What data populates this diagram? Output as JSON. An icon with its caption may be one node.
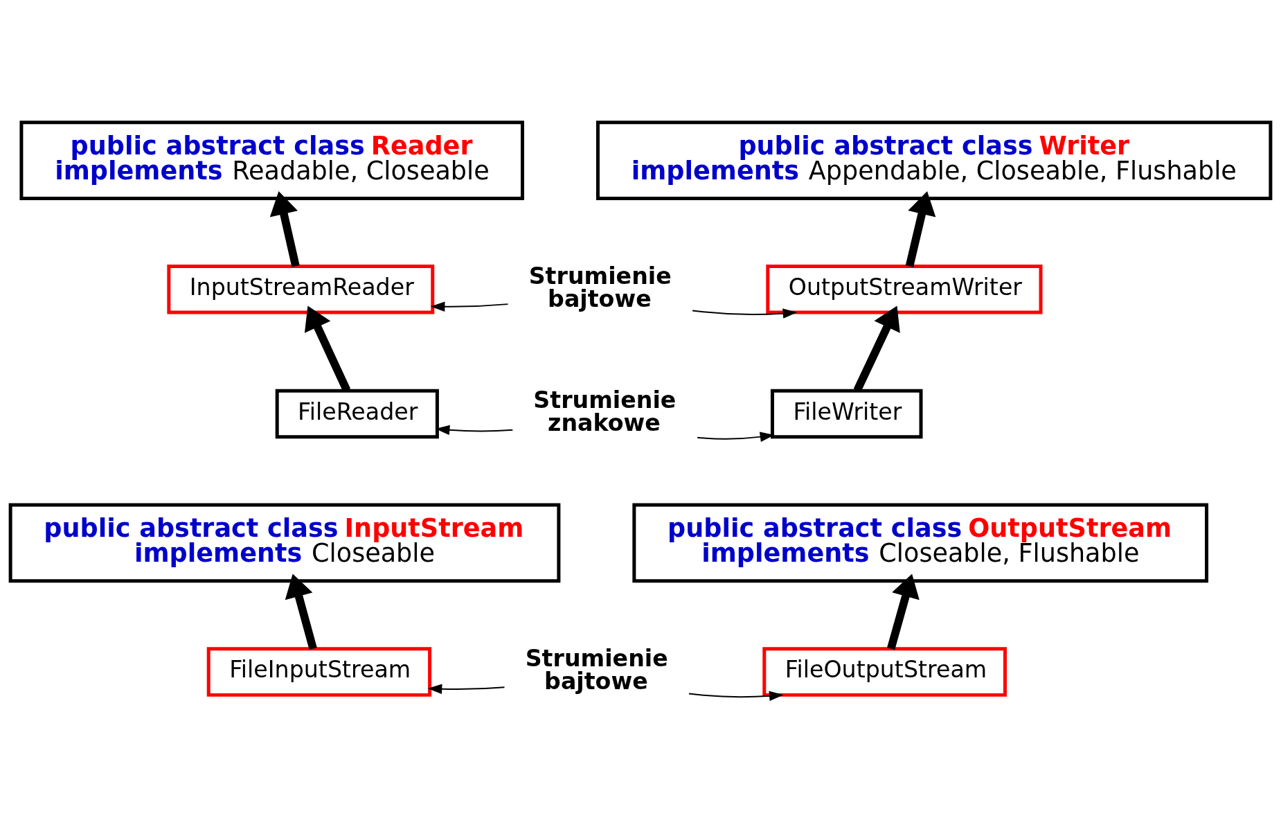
{
  "diagram": {
    "nodes": [
      {
        "text": [
          "**public abstract class** **Reader**",
          "**implements** Readable, Closeable"
        ]
      },
      {
        "text": [
          "**public abstract class** **Writer**",
          "**implements** Appendable, Closeable, Flushable"
        ]
      },
      {
        "text": [
          "InputStreamReader"
        ]
      },
      {
        "text": [
          "Strumienie bajtowe"
        ]
      },
      {
        "text": [
          "OutputStreamWriter"
        ]
      },
      {
        "text": [
          "FileReader"
        ]
      },
      {
        "text": [
          "Strumienie znakowe"
        ]
      },
      {
        "text": [
          "FileWriter"
        ]
      },
      {
        "text": [
          "**public abstract class** **InputStream**",
          "**implements** Closeable"
        ]
      },
      {
        "text": [
          "**public abstract class** **OutputStream**",
          "**implements** Closeable, Flushable"
        ]
      },
      {
        "text": [
          "FileInputStream"
        ]
      },
      {
        "text": [
          "Strumienie bajtowe"
        ]
      },
      {
        "text": [
          "FileOutputStream"
        ]
      }
    ],
    "edges": [
      {
        "from": 2,
        "to": 0,
        "arrow": "to",
        "style": "thick"
      },
      {
        "from": 4,
        "to": 1,
        "arrow": "to",
        "style": "thick"
      },
      {
        "from": 3,
        "to": 2,
        "arrow": "to"
      },
      {
        "from": 3,
        "to": 4,
        "arrow": "to"
      },
      {
        "from": 5,
        "to": 2,
        "arrow": "to",
        "style": "thick"
      },
      {
        "from": 7,
        "to": 4,
        "arrow": "to",
        "style": "thick"
      },
      {
        "from": 6,
        "to": 5,
        "arrow": "to"
      },
      {
        "from": 6,
        "to": 7,
        "arrow": "to"
      },
      {
        "from": 10,
        "to": 8,
        "arrow": "to",
        "style": "thick"
      },
      {
        "from": 12,
        "to": 9,
        "arrow": "to",
        "style": "thick"
      },
      {
        "from": 11,
        "to": 10,
        "arrow": "to"
      },
      {
        "from": 11,
        "to": 12,
        "arrow": "to"
      }
    ]
  }
}
